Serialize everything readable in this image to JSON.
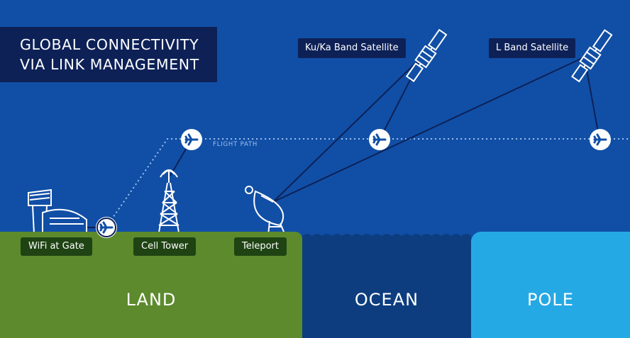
{
  "title": {
    "line1": "GLOBAL CONNECTIVITY",
    "line2": "VIA LINK MANAGEMENT"
  },
  "satellites": {
    "ku_ka": "Ku/Ka Band Satellite",
    "l_band": "L Band Satellite"
  },
  "flight_path_label": "FLIGHT PATH",
  "sites": {
    "wifi": "WiFi at Gate",
    "cell": "Cell Tower",
    "teleport": "Teleport"
  },
  "regions": {
    "land": "LAND",
    "ocean": "OCEAN",
    "pole": "POLE"
  },
  "colors": {
    "sky": "#114fa6",
    "land": "#5c8a2d",
    "ocean": "#0d3d7f",
    "pole": "#25a9e4",
    "label_bg": "#0d2157"
  }
}
